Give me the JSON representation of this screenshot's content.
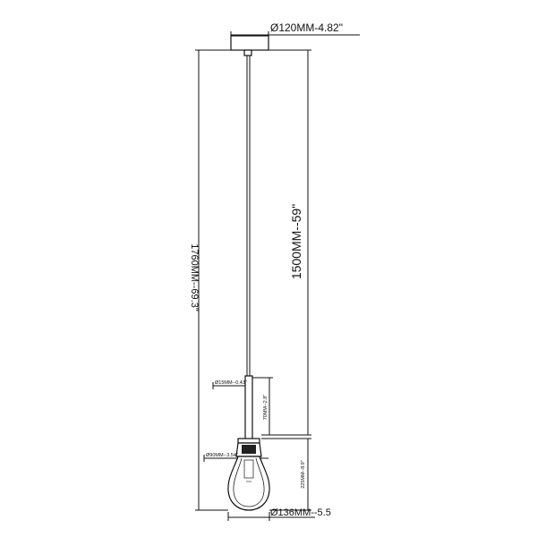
{
  "dimensions": {
    "canopy_diameter": "Ø120MM-4.82\"",
    "total_height": "1760MM--69.3\"",
    "cord_length": "1500MM--59\"",
    "stem_diameter": "Ø15MM--0.43\"",
    "stem_height": "70MM--2.8\"",
    "cap_diameter": "Ø90MM--3.54\"",
    "shade_height": "225MM--8.9\"",
    "shade_diameter": "Ø136MM--5.5"
  }
}
